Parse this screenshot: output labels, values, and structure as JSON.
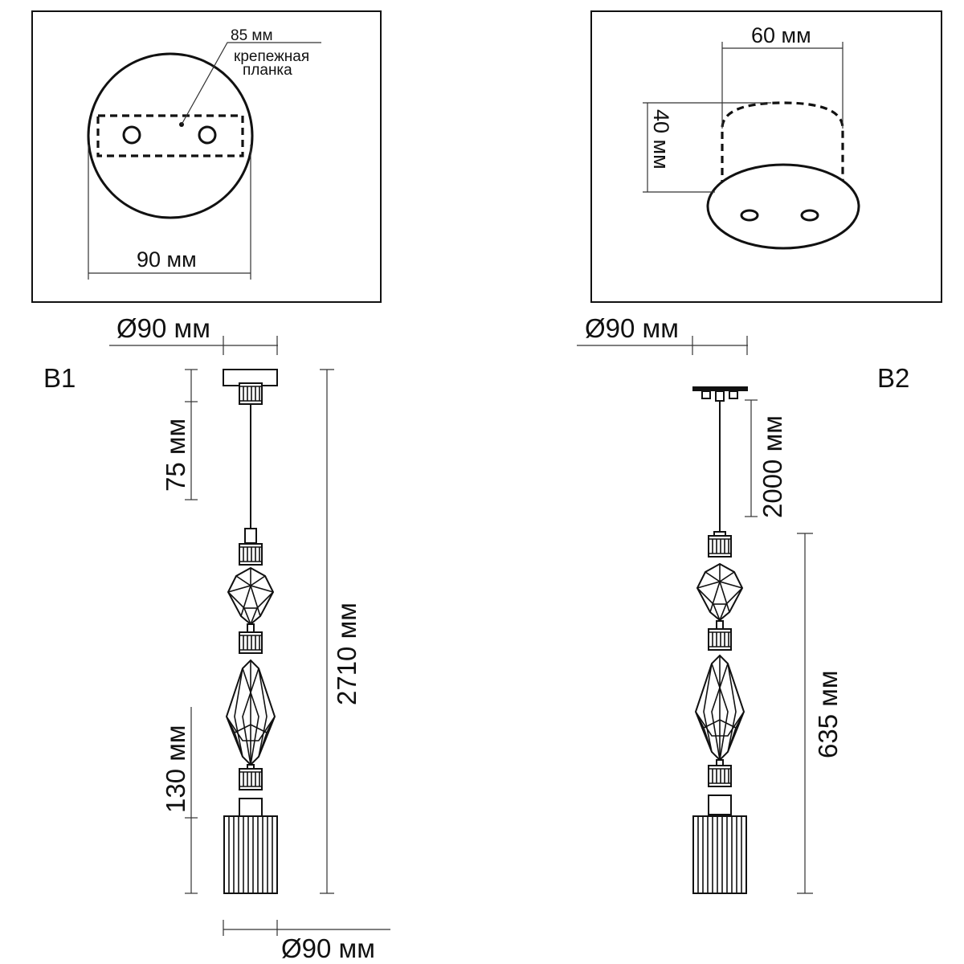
{
  "top_left_panel": {
    "dim_85": "85 мм",
    "bracket_label_1": "крепежная",
    "bracket_label_2": "планка",
    "dim_90": "90 мм"
  },
  "top_right_panel": {
    "dim_60": "60 мм",
    "dim_40": "40 мм"
  },
  "variant_b1": {
    "label": "B1",
    "canopy_diameter": "Ø90 мм",
    "canopy_height": "75 мм",
    "total_height": "2710 мм",
    "shade_height": "130 мм",
    "shade_diameter": "Ø90 мм"
  },
  "variant_b2": {
    "label": "B2",
    "canopy_diameter": "Ø90 мм",
    "rod_length": "2000 мм",
    "body_height": "635 мм"
  }
}
